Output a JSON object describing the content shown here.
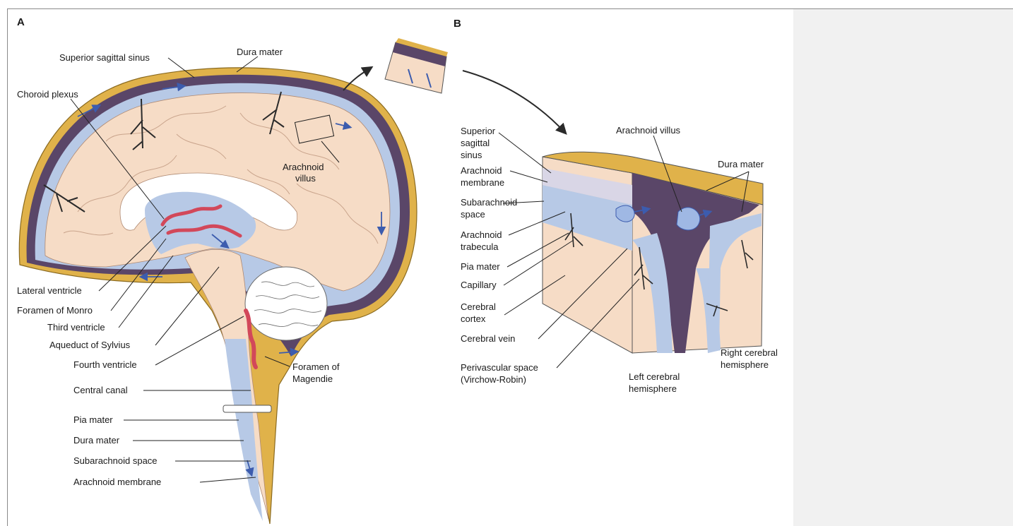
{
  "panels": {
    "a": "A",
    "b": "B"
  },
  "labels_a": {
    "superior_sagittal_sinus": "Superior sagittal sinus",
    "dura_mater_top": "Dura mater",
    "choroid_plexus": "Choroid plexus",
    "arachnoid_villus_1": "Arachnoid",
    "arachnoid_villus_2": "villus",
    "lateral_ventricle": "Lateral ventricle",
    "foramen_of_monro": "Foramen of Monro",
    "third_ventricle": "Third ventricle",
    "aqueduct_of_sylvius": "Aqueduct of Sylvius",
    "fourth_ventricle": "Fourth ventricle",
    "foramen_of_magendie_1": "Foramen of",
    "foramen_of_magendie_2": "Magendie",
    "central_canal": "Central canal",
    "pia_mater": "Pia mater",
    "dura_mater": "Dura mater",
    "subarachnoid_space": "Subarachnoid space",
    "arachnoid_membrane": "Arachnoid membrane"
  },
  "labels_b": {
    "superior_1": "Superior",
    "superior_2": "sagittal",
    "superior_3": "sinus",
    "arachnoid_membrane_1": "Arachnoid",
    "arachnoid_membrane_2": "membrane",
    "subarachnoid_1": "Subarachnoid",
    "subarachnoid_2": "space",
    "trabecula_1": "Arachnoid",
    "trabecula_2": "trabecula",
    "pia_mater": "Pia mater",
    "capillary": "Capillary",
    "cortex_1": "Cerebral",
    "cortex_2": "cortex",
    "cerebral_vein": "Cerebral vein",
    "perivascular_1": "Perivascular space",
    "perivascular_2": "(Virchow-Robin)",
    "arachnoid_villus": "Arachnoid villus",
    "dura_mater": "Dura mater",
    "right_hem_1": "Right cerebral",
    "right_hem_2": "hemisphere",
    "left_hem_1": "Left cerebral",
    "left_hem_2": "hemisphere"
  },
  "colors": {
    "dura": "#e0b24a",
    "sinus": "#5a4668",
    "csf": "#b7c9e6",
    "brain": "#f6dcc6",
    "plexus": "#d2485a",
    "flow_arrow": "#3c5cae"
  }
}
